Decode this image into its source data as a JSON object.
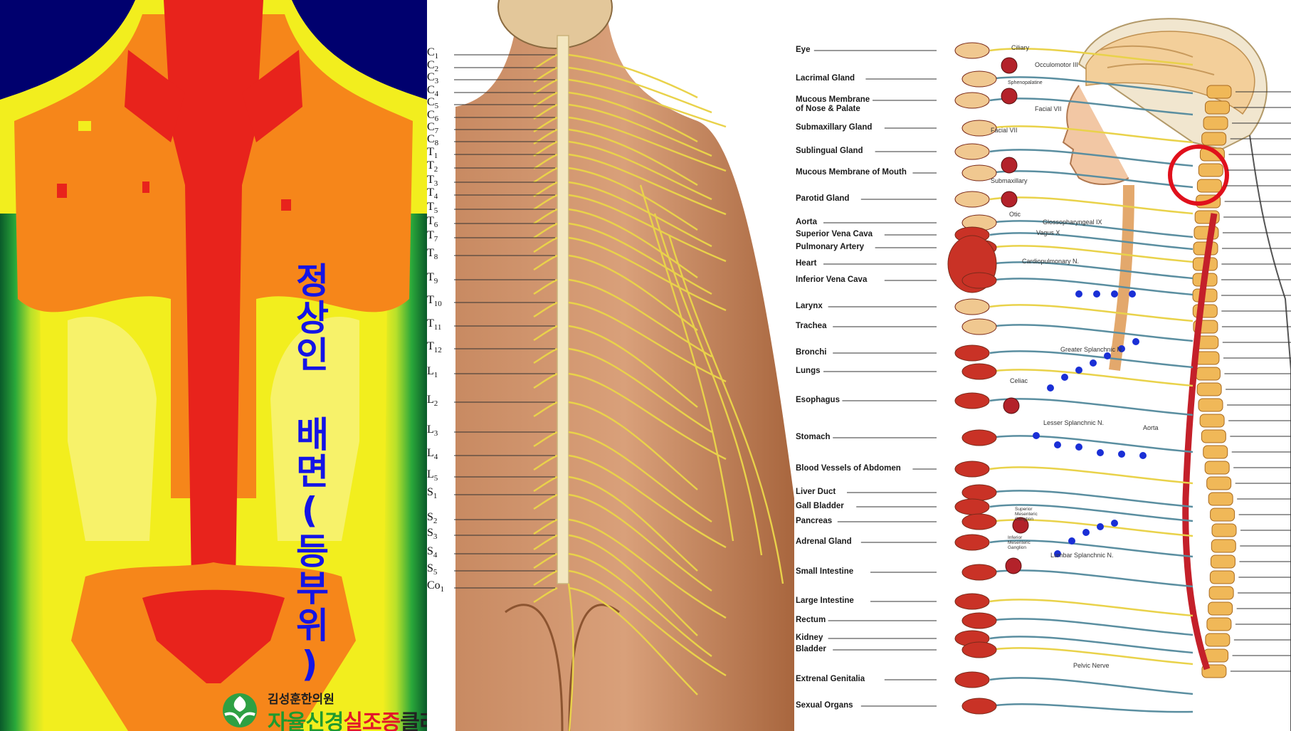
{
  "thermal": {
    "caption": "정상인 배면(등부위)",
    "clinic_sub": "김성훈한의원",
    "clinic_name_part1": "자율신경",
    "clinic_name_part2": "실조증",
    "clinic_name_part3": "클리닉"
  },
  "spine_levels": [
    {
      "l": "C",
      "n": "1"
    },
    {
      "l": "C",
      "n": "2"
    },
    {
      "l": "C",
      "n": "3"
    },
    {
      "l": "C",
      "n": "4"
    },
    {
      "l": "C",
      "n": "5"
    },
    {
      "l": "C",
      "n": "6"
    },
    {
      "l": "C",
      "n": "7"
    },
    {
      "l": "C",
      "n": "8"
    },
    {
      "l": "T",
      "n": "1"
    },
    {
      "l": "T",
      "n": "2"
    },
    {
      "l": "T",
      "n": "3"
    },
    {
      "l": "T",
      "n": "4"
    },
    {
      "l": "T",
      "n": "5"
    },
    {
      "l": "T",
      "n": "6"
    },
    {
      "l": "T",
      "n": "7"
    },
    {
      "l": "T",
      "n": "8"
    },
    {
      "l": "T",
      "n": "9"
    },
    {
      "l": "T",
      "n": "10"
    },
    {
      "l": "T",
      "n": "11"
    },
    {
      "l": "T",
      "n": "12"
    },
    {
      "l": "L",
      "n": "1"
    },
    {
      "l": "L",
      "n": "2"
    },
    {
      "l": "L",
      "n": "3"
    },
    {
      "l": "L",
      "n": "4"
    },
    {
      "l": "L",
      "n": "5"
    },
    {
      "l": "S",
      "n": "1"
    },
    {
      "l": "S",
      "n": "2"
    },
    {
      "l": "S",
      "n": "3"
    },
    {
      "l": "S",
      "n": "4"
    },
    {
      "l": "S",
      "n": "5"
    },
    {
      "l": "Co",
      "n": "1"
    }
  ],
  "organs": [
    "Eye",
    "Lacrimal Gland",
    "Mucous Membrane of Nose & Palate",
    "Submaxillary Gland",
    "Sublingual Gland",
    "Mucous Membrane of Mouth",
    "Parotid Gland",
    "Aorta",
    "Superior Vena Cava",
    "Pulmonary Artery",
    "Heart",
    "Inferior Vena Cava",
    "Larynx",
    "Trachea",
    "Bronchi",
    "Lungs",
    "Esophagus",
    "Stomach",
    "Blood Vessels of Abdomen",
    "Liver Duct",
    "Gall Bladder",
    "Pancreas",
    "Adrenal Gland",
    "Small Intestine",
    "Large Intestine",
    "Rectum",
    "Kidney",
    "Bladder",
    "Extrenal Genitalia",
    "Sexual Organs"
  ],
  "nerve_labels": {
    "ciliary": "Ciliary",
    "oculomotor": "Occulomotor III",
    "sphenopalatine": "Sphenopalatine",
    "facial1": "Facial VII",
    "facial2": "Facial VII",
    "submaxillary": "Submaxillary",
    "otic": "Otic",
    "glossopharyngeal": "Glossopharyngeal IX",
    "vagus": "Vagus X",
    "cardiopulmonary": "Cardiopulmonary N.",
    "greater_splanchnic": "Greater Splanchnic N.",
    "celiac": "Celiac",
    "lesser_splanchnic": "Lesser Splanchnic N.",
    "aorta_right": "Aorta",
    "sup_mesenteric": "Superior Mesenteric Ganglion",
    "inf_mesenteric": "Inferior Mesenteric Ganglion",
    "lumbar_splanchnic": "Lumbar Splanchnic N.",
    "pelvic": "Pelvic Nerve"
  },
  "colors": {
    "thermal_bg": "#00006e",
    "caption": "#1414e6",
    "nerve": "#e9d24a",
    "ganglion_dot": "#1a2fd6",
    "highlight_circle": "#e0101c"
  }
}
